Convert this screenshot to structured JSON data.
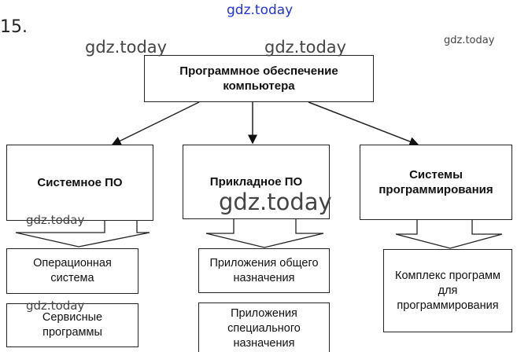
{
  "task_number": "15.",
  "root": "Программное обеспечение компьютера",
  "categories": [
    {
      "label": "Системное ПО",
      "children": [
        "Операционная система",
        "Сервисные программы"
      ]
    },
    {
      "label": "Прикладное ПО",
      "children": [
        "Приложения общего назначения",
        "Приложения специального назначения"
      ]
    },
    {
      "label": "Системы программирования",
      "children": [
        "Комплекс программ для программирования"
      ]
    }
  ],
  "watermarks": [
    "gdz.today",
    "gdz.today",
    "gdz.today",
    "gdz.today",
    "gdz.today",
    "gdz.today",
    "gdz.today"
  ],
  "colors": {
    "watermark_top": "#2233dd",
    "line": "#222222"
  }
}
